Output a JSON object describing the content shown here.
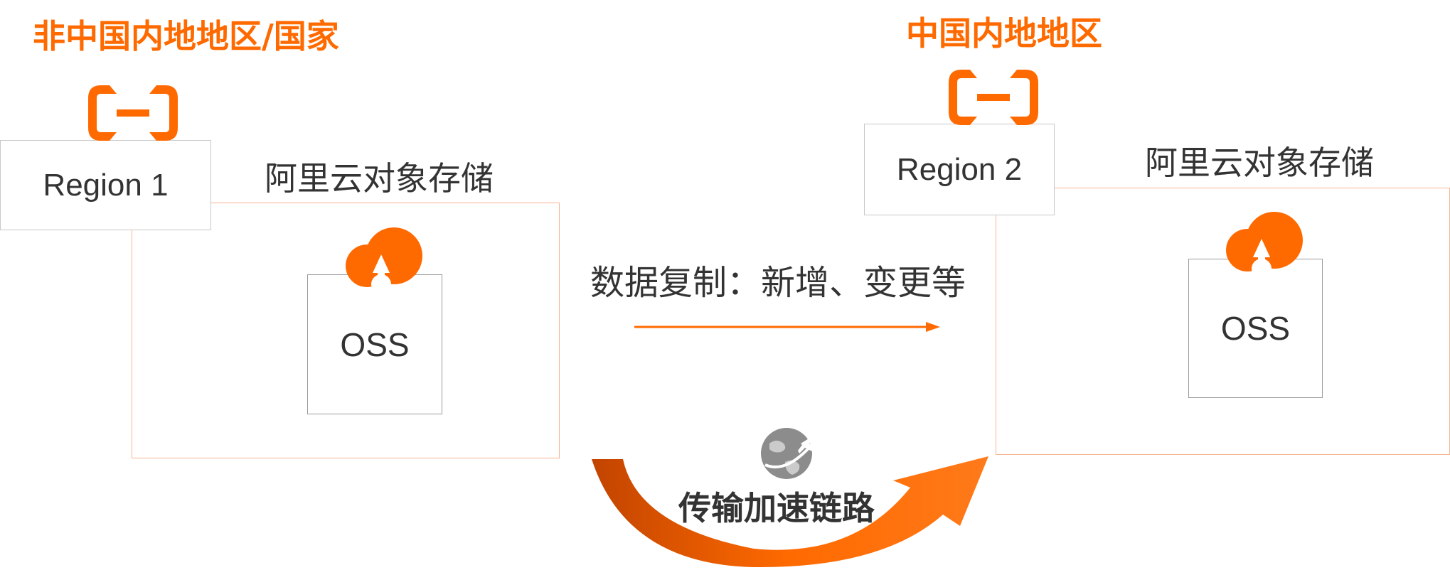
{
  "source_area": {
    "title": "非中国内地地区/国家",
    "region_label": "Region 1",
    "storage_label": "阿里云对象存储",
    "oss_label": "OSS"
  },
  "dest_area": {
    "title": "中国内地地区",
    "region_label": "Region 2",
    "storage_label": "阿里云对象存储",
    "oss_label": "OSS"
  },
  "replication": {
    "label": "数据复制：新增、变更等"
  },
  "acceleration": {
    "label": "传输加速链路"
  },
  "colors": {
    "accent_orange": "#ff6a00",
    "frame_orange": "#f5b592",
    "arc_dark": "#c24400",
    "icon_gray": "#8c8c8c"
  },
  "icons": {
    "cloud_logo": "aliyun-bracket-logo-icon",
    "oss": "cloud-upload-icon",
    "acceleration": "globe-airplane-icon"
  }
}
